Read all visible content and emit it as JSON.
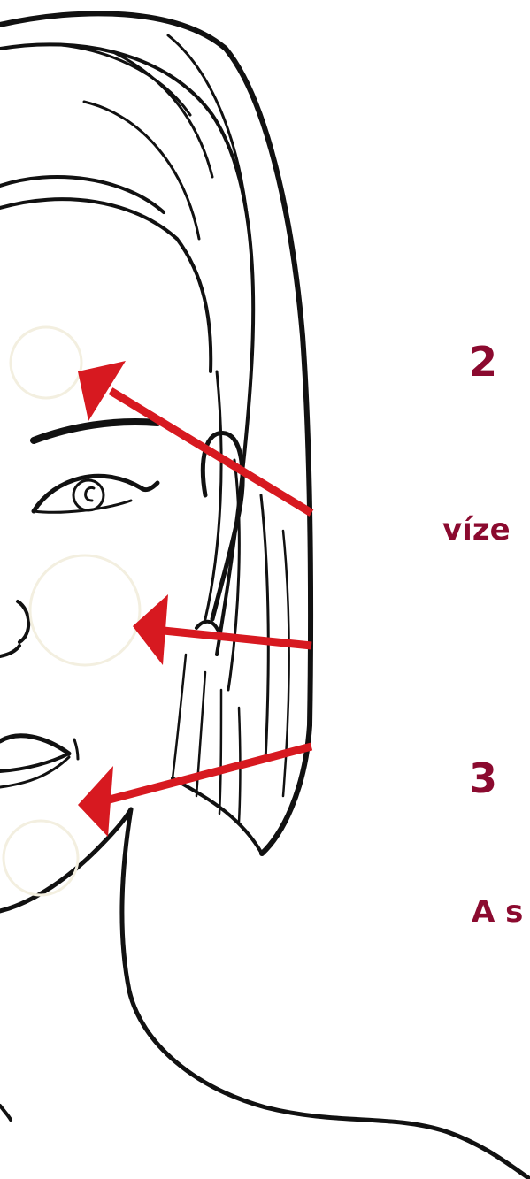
{
  "colors": {
    "accent_text": "#8b0a2f",
    "arrow": "#d71920",
    "ink": "#111111",
    "background": "#ffffff"
  },
  "labels": {
    "step_2_number": "2",
    "step_2_text": "víze",
    "step_3_number": "3",
    "step_3_text": "A s"
  }
}
